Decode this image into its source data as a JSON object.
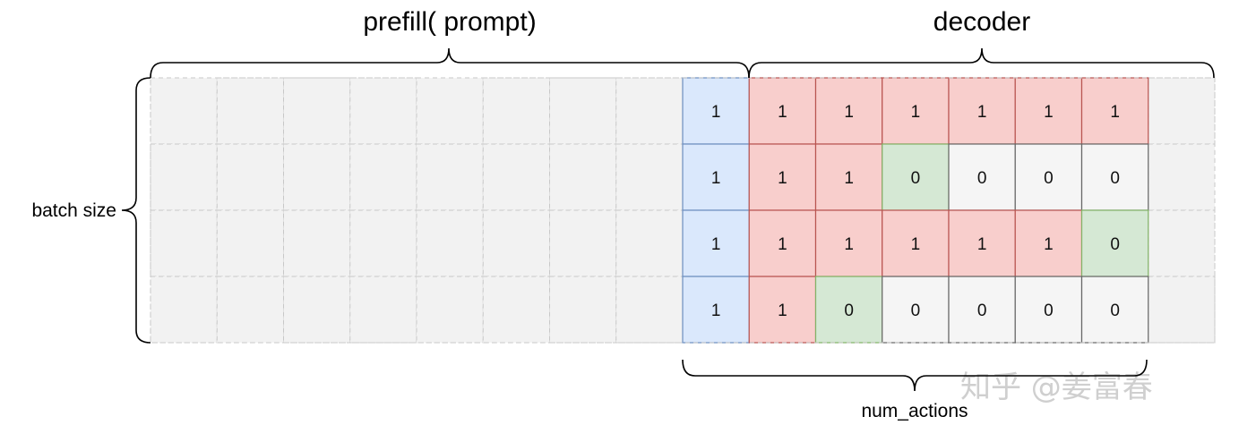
{
  "labels": {
    "prefill": "prefill( prompt)",
    "decoder": "decoder",
    "batch_size": "batch size",
    "num_actions": "num_actions"
  },
  "watermark": "知乎 @姜富春",
  "grid": {
    "rows": 4,
    "prefill_columns": 8,
    "decoder_columns": 8,
    "colors": {
      "empty": "#f2f2f2",
      "empty_border": "#c8c8c8",
      "blue": "#dae8fc",
      "blue_border": "#6c8ebf",
      "red": "#f8cecc",
      "red_border": "#b85450",
      "green": "#d5e8d4",
      "green_border": "#82b366",
      "zero": "#f5f5f5",
      "zero_border": "#666666"
    },
    "decoder_cells": [
      [
        {
          "v": "1",
          "c": "blue"
        },
        {
          "v": "1",
          "c": "red"
        },
        {
          "v": "1",
          "c": "red"
        },
        {
          "v": "1",
          "c": "red"
        },
        {
          "v": "1",
          "c": "red"
        },
        {
          "v": "1",
          "c": "red"
        },
        {
          "v": "1",
          "c": "red"
        }
      ],
      [
        {
          "v": "1",
          "c": "blue"
        },
        {
          "v": "1",
          "c": "red"
        },
        {
          "v": "1",
          "c": "red"
        },
        {
          "v": "0",
          "c": "green"
        },
        {
          "v": "0",
          "c": "zero"
        },
        {
          "v": "0",
          "c": "zero"
        },
        {
          "v": "0",
          "c": "zero"
        }
      ],
      [
        {
          "v": "1",
          "c": "blue"
        },
        {
          "v": "1",
          "c": "red"
        },
        {
          "v": "1",
          "c": "red"
        },
        {
          "v": "1",
          "c": "red"
        },
        {
          "v": "1",
          "c": "red"
        },
        {
          "v": "1",
          "c": "red"
        },
        {
          "v": "0",
          "c": "green"
        }
      ],
      [
        {
          "v": "1",
          "c": "blue"
        },
        {
          "v": "1",
          "c": "red"
        },
        {
          "v": "0",
          "c": "green"
        },
        {
          "v": "0",
          "c": "zero"
        },
        {
          "v": "0",
          "c": "zero"
        },
        {
          "v": "0",
          "c": "zero"
        },
        {
          "v": "0",
          "c": "zero"
        }
      ]
    ]
  }
}
